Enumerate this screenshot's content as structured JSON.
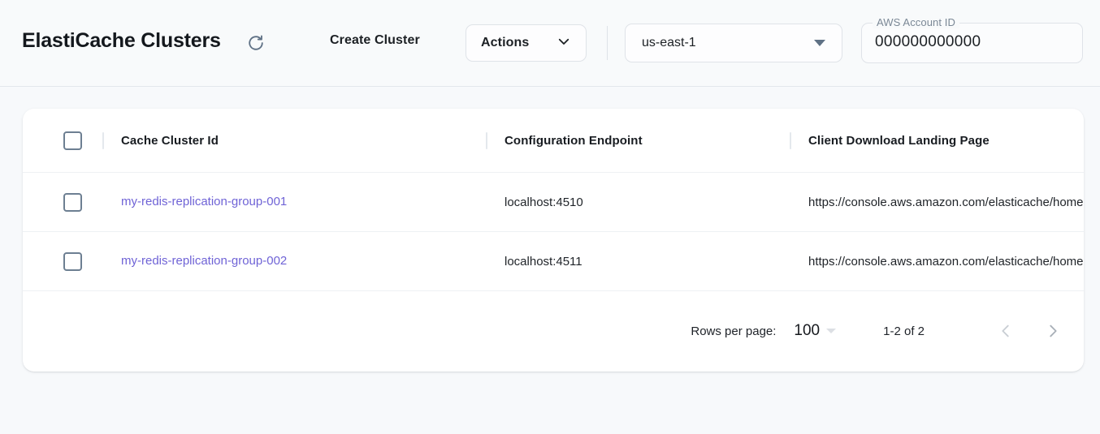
{
  "header": {
    "title": "ElastiCache Clusters",
    "refresh_icon": "refresh-icon",
    "create_cluster_label": "Create Cluster",
    "actions_label": "Actions",
    "actions_icon": "chevron-down-icon",
    "region": {
      "value": "us-east-1",
      "icon": "triangle-down-icon"
    },
    "account": {
      "label": "AWS Account ID",
      "value": "000000000000"
    }
  },
  "table": {
    "columns": [
      "Cache Cluster Id",
      "Configuration Endpoint",
      "Client Download Landing Page"
    ],
    "rows": [
      {
        "cluster_id": "my-redis-replication-group-001",
        "endpoint": "localhost:4510",
        "landing_page": "https://console.aws.amazon.com/elasticache/home"
      },
      {
        "cluster_id": "my-redis-replication-group-002",
        "endpoint": "localhost:4511",
        "landing_page": "https://console.aws.amazon.com/elasticache/home"
      }
    ]
  },
  "pagination": {
    "rows_per_page_label": "Rows per page:",
    "rows_per_page_value": "100",
    "range_label": "1-2 of 2",
    "prev_icon": "chevron-left-icon",
    "next_icon": "chevron-right-icon"
  },
  "colors": {
    "link": "#6f63d6",
    "page_background": "#f7f9fb",
    "card_background": "#ffffff",
    "icon_slate": "#5f7185"
  }
}
